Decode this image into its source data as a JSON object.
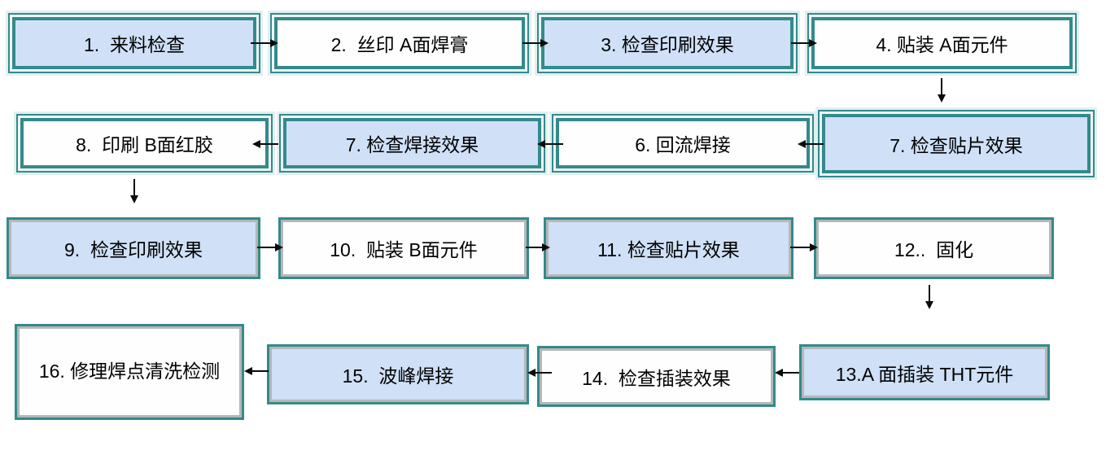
{
  "diagram": {
    "type": "flowchart",
    "subject": "SMT/PCB assembly process flow",
    "colors": {
      "border_teal": "#338a8c",
      "inner_gray": "#b7b7b7",
      "fill_blue": "#cfe0f7",
      "fill_white": "#fefefe",
      "arrow": "#0a0a0a"
    },
    "nodes": {
      "n1": {
        "label": "1.  来料检查",
        "fill": "blue"
      },
      "n2": {
        "label": "2.  丝印 A面焊膏",
        "fill": "white"
      },
      "n3": {
        "label": "3. 检查印刷效果",
        "fill": "blue"
      },
      "n4": {
        "label": "4. 贴装 A面元件",
        "fill": "white"
      },
      "n7b": {
        "label": "7. 检查贴片效果",
        "fill": "blue"
      },
      "n6": {
        "label": "6. 回流焊接",
        "fill": "white"
      },
      "n7a": {
        "label": "7. 检查焊接效果",
        "fill": "blue"
      },
      "n8": {
        "label": "8.  印刷 B面红胶",
        "fill": "white"
      },
      "n9": {
        "label": "9.  检查印刷效果",
        "fill": "blue"
      },
      "n10": {
        "label": "10.  贴装 B面元件",
        "fill": "white"
      },
      "n11": {
        "label": "11. 检查贴片效果",
        "fill": "blue"
      },
      "n12": {
        "label": "12..  固化",
        "fill": "white"
      },
      "n13": {
        "label": "13.A 面插装 THT元件",
        "fill": "blue"
      },
      "n14": {
        "label": "14.  检查插装效果",
        "fill": "white"
      },
      "n15": {
        "label": "15.  波峰焊接",
        "fill": "blue"
      },
      "n16": {
        "label": "16. 修理焊点清洗检测",
        "fill": "white"
      }
    },
    "edges": [
      {
        "from": "n1",
        "to": "n2",
        "direction": "right"
      },
      {
        "from": "n2",
        "to": "n3",
        "direction": "right"
      },
      {
        "from": "n3",
        "to": "n4",
        "direction": "right"
      },
      {
        "from": "n4",
        "to": "n7b",
        "direction": "down"
      },
      {
        "from": "n7b",
        "to": "n6",
        "direction": "left"
      },
      {
        "from": "n6",
        "to": "n7a",
        "direction": "left"
      },
      {
        "from": "n7a",
        "to": "n8",
        "direction": "left"
      },
      {
        "from": "n8",
        "to": "n9",
        "direction": "down"
      },
      {
        "from": "n9",
        "to": "n10",
        "direction": "right"
      },
      {
        "from": "n10",
        "to": "n11",
        "direction": "right"
      },
      {
        "from": "n11",
        "to": "n12",
        "direction": "right"
      },
      {
        "from": "n12",
        "to": "n13",
        "direction": "down"
      },
      {
        "from": "n13",
        "to": "n14",
        "direction": "left"
      },
      {
        "from": "n14",
        "to": "n15",
        "direction": "left"
      },
      {
        "from": "n15",
        "to": "n16",
        "direction": "left"
      }
    ]
  }
}
